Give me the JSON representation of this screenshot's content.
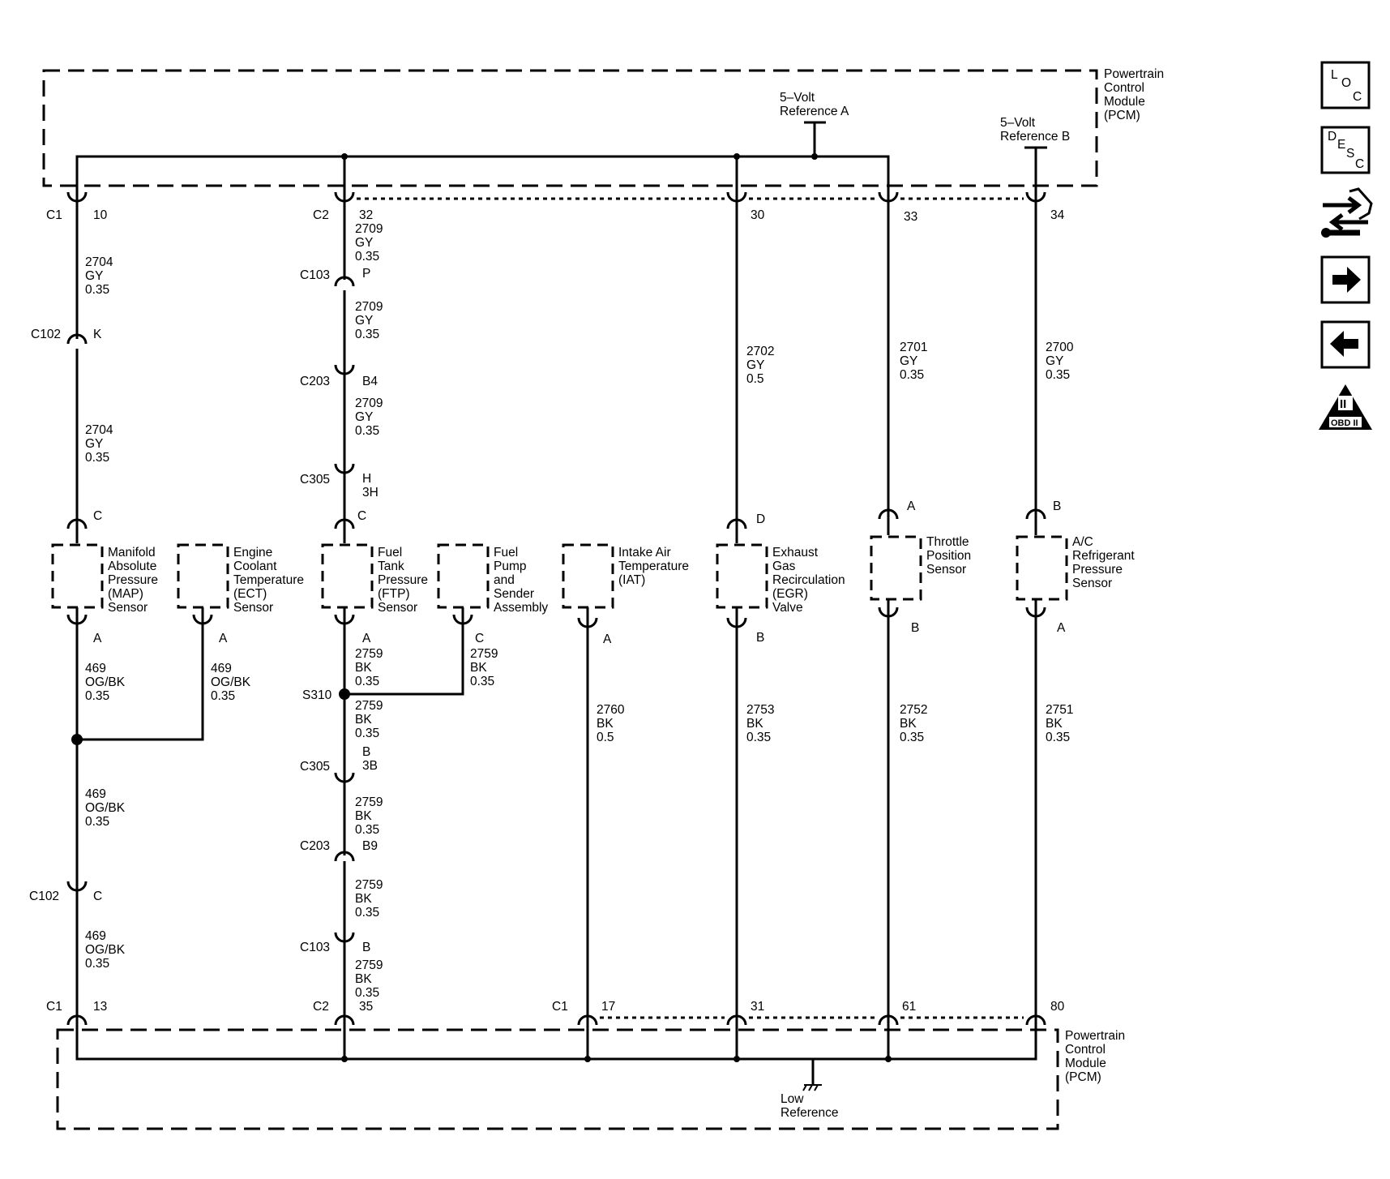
{
  "pcm_top": {
    "lines": [
      "Powertrain",
      "Control",
      "Module",
      "(PCM)"
    ]
  },
  "pcm_bottom": {
    "lines": [
      "Powertrain",
      "Control",
      "Module",
      "(PCM)"
    ]
  },
  "ref_a": {
    "lines": [
      "5–Volt",
      "Reference A"
    ]
  },
  "ref_b": {
    "lines": [
      "5–Volt",
      "Reference B"
    ]
  },
  "low_ref": {
    "lines": [
      "Low",
      "Reference"
    ]
  },
  "sidebar": {
    "loc": {
      "letters": [
        "L",
        "O",
        "C"
      ]
    },
    "desc": {
      "letters": [
        "D",
        "E",
        "S",
        "C"
      ]
    },
    "obd": {
      "numeral": "II",
      "label": "OBD II"
    }
  },
  "top_pins": [
    {
      "conn": "C1",
      "pin": "10"
    },
    {
      "conn": "C2",
      "pin": "32"
    },
    {
      "conn": "",
      "pin": "30"
    },
    {
      "conn": "",
      "pin": "33"
    },
    {
      "conn": "",
      "pin": "34"
    }
  ],
  "bottom_pins": [
    {
      "conn": "C1",
      "pin": "13"
    },
    {
      "conn": "C2",
      "pin": "35"
    },
    {
      "conn": "C1",
      "pin": "17"
    },
    {
      "conn": "",
      "pin": "31"
    },
    {
      "conn": "",
      "pin": "61"
    },
    {
      "conn": "",
      "pin": "80"
    }
  ],
  "components": [
    {
      "lines": [
        "Manifold",
        "Absolute",
        "Pressure",
        "(MAP)",
        "Sensor"
      ]
    },
    {
      "lines": [
        "Engine",
        "Coolant",
        "Temperature",
        "(ECT)",
        "Sensor"
      ]
    },
    {
      "lines": [
        "Fuel",
        "Tank",
        "Pressure",
        "(FTP)",
        "Sensor"
      ]
    },
    {
      "lines": [
        "Fuel",
        "Pump",
        "and",
        "Sender",
        "Assembly"
      ]
    },
    {
      "lines": [
        "Intake Air",
        "Temperature",
        "(IAT)"
      ]
    },
    {
      "lines": [
        "Exhaust",
        "Gas",
        "Recirculation",
        "(EGR)",
        "Valve"
      ]
    },
    {
      "lines": [
        "Throttle",
        "Position",
        "Sensor"
      ]
    },
    {
      "lines": [
        "A/C",
        "Refrigerant",
        "Pressure",
        "Sensor"
      ]
    }
  ],
  "wires": [
    [
      "2704",
      "GY",
      "0.35"
    ],
    [
      "2704",
      "GY",
      "0.35"
    ],
    [
      "2709",
      "GY",
      "0.35"
    ],
    [
      "2709",
      "GY",
      "0.35"
    ],
    [
      "2709",
      "GY",
      "0.35"
    ],
    [
      "2702",
      "GY",
      "0.5"
    ],
    [
      "2701",
      "GY",
      "0.35"
    ],
    [
      "2700",
      "GY",
      "0.35"
    ],
    [
      "469",
      "OG/BK",
      "0.35"
    ],
    [
      "469",
      "OG/BK",
      "0.35"
    ],
    [
      "469",
      "OG/BK",
      "0.35"
    ],
    [
      "469",
      "OG/BK",
      "0.35"
    ],
    [
      "2759",
      "BK",
      "0.35"
    ],
    [
      "2759",
      "BK",
      "0.35"
    ],
    [
      "2759",
      "BK",
      "0.35"
    ],
    [
      "2759",
      "BK",
      "0.35"
    ],
    [
      "2759",
      "BK",
      "0.35"
    ],
    [
      "2759",
      "BK",
      "0.35"
    ],
    [
      "2760",
      "BK",
      "0.5"
    ],
    [
      "2753",
      "BK",
      "0.35"
    ],
    [
      "2752",
      "BK",
      "0.35"
    ],
    [
      "2751",
      "BK",
      "0.35"
    ]
  ],
  "inline_connectors": [
    {
      "name": "C102",
      "pin": "K"
    },
    {
      "name": "C103",
      "pin": "P"
    },
    {
      "name": "C203",
      "pin": "B4"
    },
    {
      "name": "C305",
      "pin": "H",
      "pin2": "3H"
    },
    {
      "name": "C305",
      "pin": "B",
      "pin2": "3B"
    },
    {
      "name": "C203",
      "pin": "B9"
    },
    {
      "name": "C103",
      "pin": "B"
    },
    {
      "name": "C102",
      "pin": "C"
    }
  ],
  "comp_pins_top": [
    "C",
    "C",
    "D",
    "A",
    "B"
  ],
  "comp_pins_bottom": [
    "A",
    "A",
    "A",
    "C",
    "A",
    "B",
    "B",
    "A"
  ],
  "splice": {
    "name": "S310"
  }
}
